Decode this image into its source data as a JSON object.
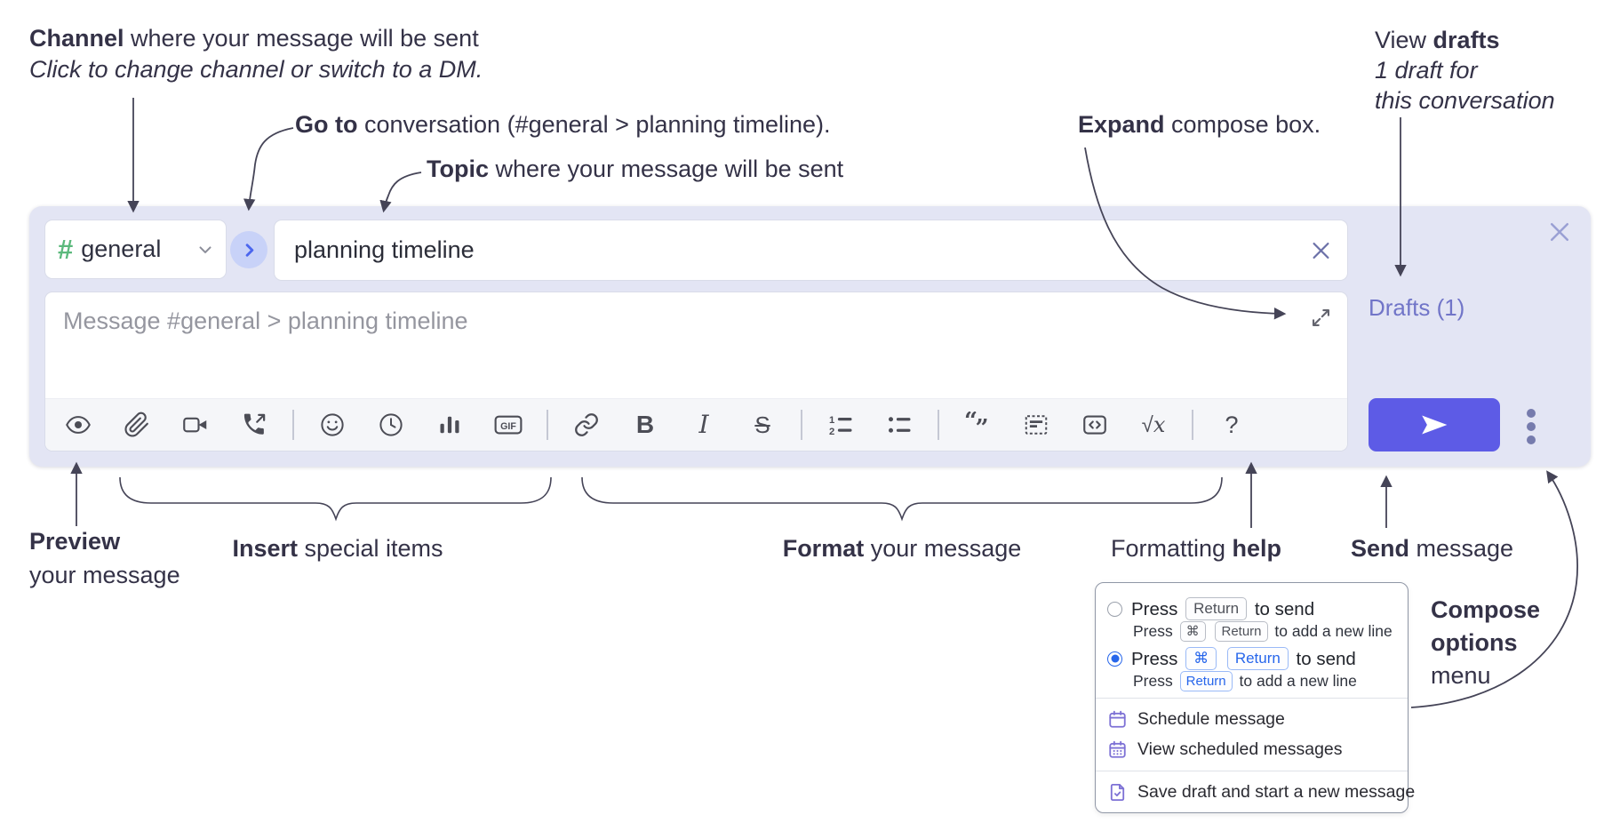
{
  "colors": {
    "compose_background": "#e3e5f4",
    "send_button": "#5d5be6",
    "drafts_link": "#7175c8",
    "hash_green": "#5bb97c",
    "radio_selected_blue": "#2766eb",
    "menu_icon_purple": "#7d71d5",
    "annotation_text": "#343247"
  },
  "annotations": {
    "channel": {
      "bold": "Channel",
      "rest": " where your message will be sent",
      "line2": "Click to change channel or switch to a DM."
    },
    "goto": {
      "bold": "Go to",
      "rest": " conversation (#general > planning timeline)."
    },
    "topic": {
      "bold": "Topic",
      "rest": " where your message will be sent"
    },
    "expand": {
      "bold": "Expand",
      "rest": " compose box."
    },
    "view_drafts": {
      "pre": "View ",
      "bold": "drafts",
      "line2": "1 draft for",
      "line3": "this conversation"
    },
    "preview": {
      "bold": "Preview",
      "line2": "your message"
    },
    "insert": {
      "bold": "Insert",
      "rest": " special items"
    },
    "format": {
      "bold": "Format",
      "rest": " your message"
    },
    "help": {
      "pre": "Formatting ",
      "bold": "help"
    },
    "send": {
      "bold": "Send",
      "rest": " message"
    },
    "compose_options": {
      "line1": "Compose",
      "line2": "options",
      "line3": "menu"
    }
  },
  "compose": {
    "channel_selector": {
      "hash": "#",
      "name": "general"
    },
    "topic_input": {
      "value": "planning timeline"
    },
    "message_input": {
      "placeholder": "Message #general > planning timeline"
    },
    "drafts_link": "Drafts (1)",
    "toolbar": {
      "items": [
        "preview-eye",
        "attach-paperclip",
        "video-camera",
        "phone-call",
        "|",
        "emoji-smiley",
        "clock",
        "poll-bar-chart",
        "gif",
        "|",
        "link",
        "bold",
        "italic",
        "strikethrough",
        "|",
        "numbered-list",
        "bulleted-list",
        "|",
        "quote",
        "spoiler",
        "code-block",
        "math",
        "|",
        "help"
      ]
    }
  },
  "popup": {
    "option_return": {
      "press": "Press",
      "key_return": "Return",
      "suffix": "to send",
      "sub_press": "Press",
      "sub_key_cmd": "⌘",
      "sub_key_return": "Return",
      "sub_suffix": "to add a new line"
    },
    "option_cmd_return": {
      "press": "Press",
      "key_cmd": "⌘",
      "key_return": "Return",
      "suffix": "to send",
      "sub_press": "Press",
      "sub_key_return": "Return",
      "sub_suffix": "to add a new line"
    },
    "items": [
      {
        "icon": "calendar-icon",
        "label": "Schedule message"
      },
      {
        "icon": "calendar-grid-icon",
        "label": "View scheduled messages"
      },
      {
        "icon": "save-draft-icon",
        "label": "Save draft and start a new message"
      }
    ]
  }
}
